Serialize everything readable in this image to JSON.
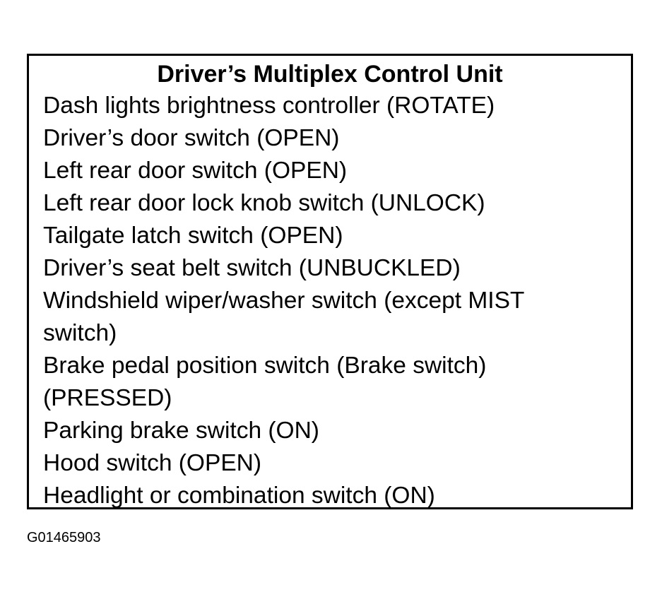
{
  "panel": {
    "title": "Driver’s Multiplex Control Unit",
    "items": [
      "Dash lights brightness controller (ROTATE)",
      "Driver’s door switch (OPEN)",
      "Left rear door switch (OPEN)",
      "Left rear door lock knob switch (UNLOCK)",
      "Tailgate latch switch (OPEN)",
      "Driver’s seat belt switch (UNBUCKLED)",
      "Windshield wiper/washer switch (except MIST",
      "switch)",
      "Brake pedal position switch (Brake switch)",
      "(PRESSED)",
      "Parking brake switch (ON)",
      "Hood switch (OPEN)",
      "Headlight or combination switch (ON)"
    ]
  },
  "figure_id": "G01465903",
  "colors": {
    "text": "#000000",
    "border": "#000000",
    "background": "#ffffff"
  }
}
